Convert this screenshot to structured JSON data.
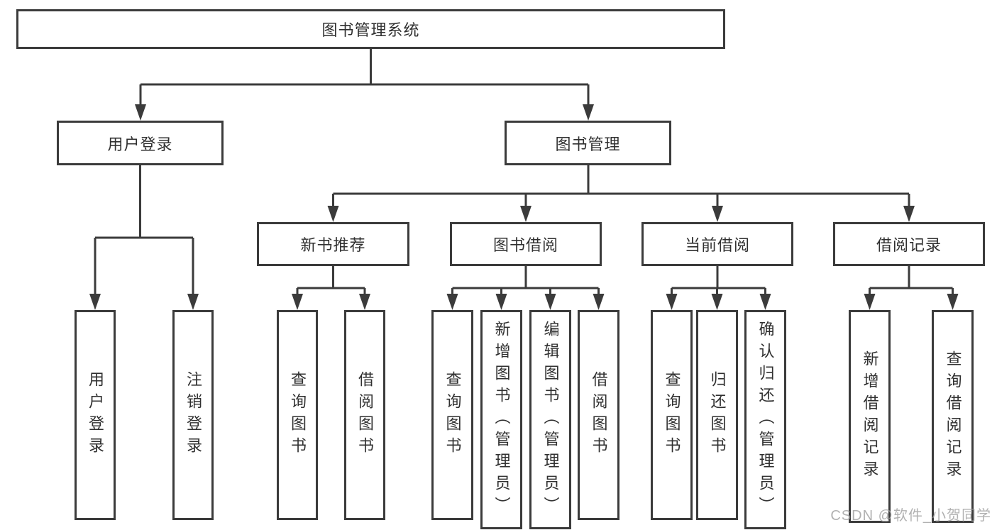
{
  "diagram": {
    "watermark": "CSDN @软件_小贺同学",
    "colors": {
      "line": "#3b3b3b",
      "text": "#303030",
      "background": "#ffffff",
      "watermark": "#9e9e9e"
    },
    "tree": {
      "root": {
        "label": "图书管理系统"
      },
      "children": [
        {
          "label": "用户登录",
          "children": [
            {
              "label": "用户登录"
            },
            {
              "label": "注销登录"
            }
          ]
        },
        {
          "label": "图书管理",
          "children": [
            {
              "label": "新书推荐",
              "children": [
                {
                  "label": "查询图书"
                },
                {
                  "label": "借阅图书"
                }
              ]
            },
            {
              "label": "图书借阅",
              "children": [
                {
                  "label": "查询图书"
                },
                {
                  "label": "新增图书（管理员）"
                },
                {
                  "label": "编辑图书（管理员）"
                },
                {
                  "label": "借阅图书"
                }
              ]
            },
            {
              "label": "当前借阅",
              "children": [
                {
                  "label": "查询图书"
                },
                {
                  "label": "归还图书"
                },
                {
                  "label": "确认归还（管理员）"
                }
              ]
            },
            {
              "label": "借阅记录",
              "children": [
                {
                  "label": "新增借阅记录"
                },
                {
                  "label": "查询借阅记录"
                }
              ]
            }
          ]
        }
      ]
    }
  }
}
